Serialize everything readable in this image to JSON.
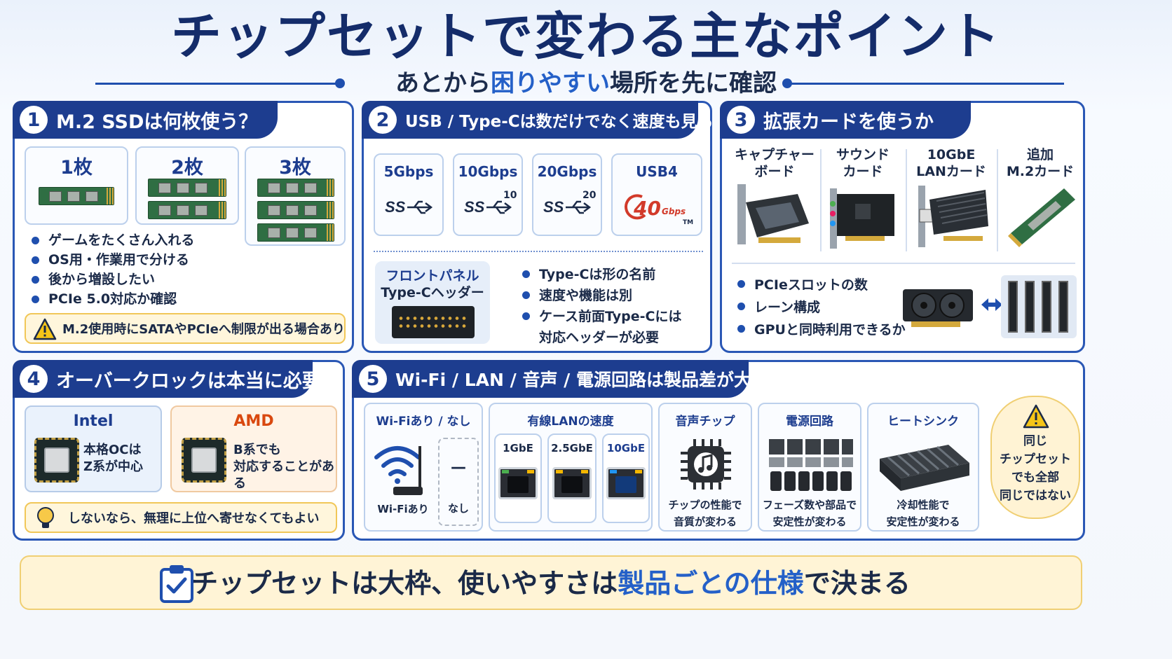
{
  "header": {
    "title": "チップセットで変わる主なポイント",
    "subtitle_pre": "あとから",
    "subtitle_hl": "困りやすい",
    "subtitle_post": "場所を先に確認"
  },
  "p1": {
    "num": "1",
    "title": "M.2 SSDは何枚使う？",
    "counts": [
      "1枚",
      "2枚",
      "3枚"
    ],
    "bullets": [
      "ゲームをたくさん入れる",
      "OS用・作業用で分ける",
      "後から増設したい",
      "PCIe 5.0対応か確認"
    ],
    "warning": "M.2使用時にSATAやPCIeへ制限が出る場合あり"
  },
  "p2": {
    "num": "2",
    "title": "USB / Type-Cは数だけでなく速度も見る",
    "speeds": [
      "5Gbps",
      "10Gbps",
      "20Gbps",
      "USB4"
    ],
    "logo_sup": [
      "",
      "10",
      "20"
    ],
    "usb4_logo": "40",
    "usb4_unit": "Gbps",
    "tm": "TM",
    "header_label1": "フロントパネル",
    "header_label2": "Type-Cヘッダー",
    "bullets": [
      "Type-Cは形の名前",
      "速度や機能は別",
      "ケース前面Type-Cには",
      "対応ヘッダーが必要"
    ]
  },
  "p3": {
    "num": "3",
    "title": "拡張カードを使うか",
    "cards": [
      {
        "l1": "キャプチャー",
        "l2": "ボード"
      },
      {
        "l1": "サウンド",
        "l2": "カード"
      },
      {
        "l1": "10GbE",
        "l2": "LANカード"
      },
      {
        "l1": "追加",
        "l2": "M.2カード"
      }
    ],
    "bullets": [
      "PCIeスロットの数",
      "レーン構成",
      "GPUと同時利用できるか"
    ]
  },
  "p4": {
    "num": "4",
    "title": "オーバークロックは本当に必要？",
    "intel": {
      "name": "Intel",
      "l1": "本格OCは",
      "l2": "Z系が中心"
    },
    "amd": {
      "name": "AMD",
      "l1": "B系でも",
      "l2": "対応することがある"
    },
    "tip": "しないなら、無理に上位へ寄せなくてもよい"
  },
  "p5": {
    "num": "5",
    "title": "Wi-Fi / LAN / 音声 / 電源回路は製品差が大きい",
    "wifi": {
      "title": "Wi-Fiあり / なし",
      "yes": "Wi-Fiあり",
      "dash": "—",
      "no": "なし"
    },
    "lan": {
      "title": "有線LANの速度",
      "speeds": [
        "1GbE",
        "2.5GbE",
        "10GbE"
      ]
    },
    "audio": {
      "title": "音声チップ",
      "l1": "チップの性能で",
      "l2": "音質が変わる"
    },
    "power": {
      "title": "電源回路",
      "l1": "フェーズ数や部品で",
      "l2": "安定性が変わる"
    },
    "heatsink": {
      "title": "ヒートシンク",
      "l1": "冷却性能で",
      "l2": "安定性が変わる"
    },
    "note": [
      "同じ",
      "チップセット",
      "でも全部",
      "同じではない"
    ]
  },
  "footer": {
    "pre": "チップセットは大枠、使いやすさは",
    "hl": "製品ごとの仕様",
    "post": "で決まる"
  },
  "colors": {
    "navy": "#1d3d8f",
    "accent": "#2460c8",
    "amd": "#d9480f",
    "warn_bg": "#fff6dc"
  },
  "icons": [
    "warning-icon",
    "usb-ss-icon",
    "wifi-icon",
    "music-chip-icon",
    "lightbulb-icon",
    "checklist-icon"
  ]
}
